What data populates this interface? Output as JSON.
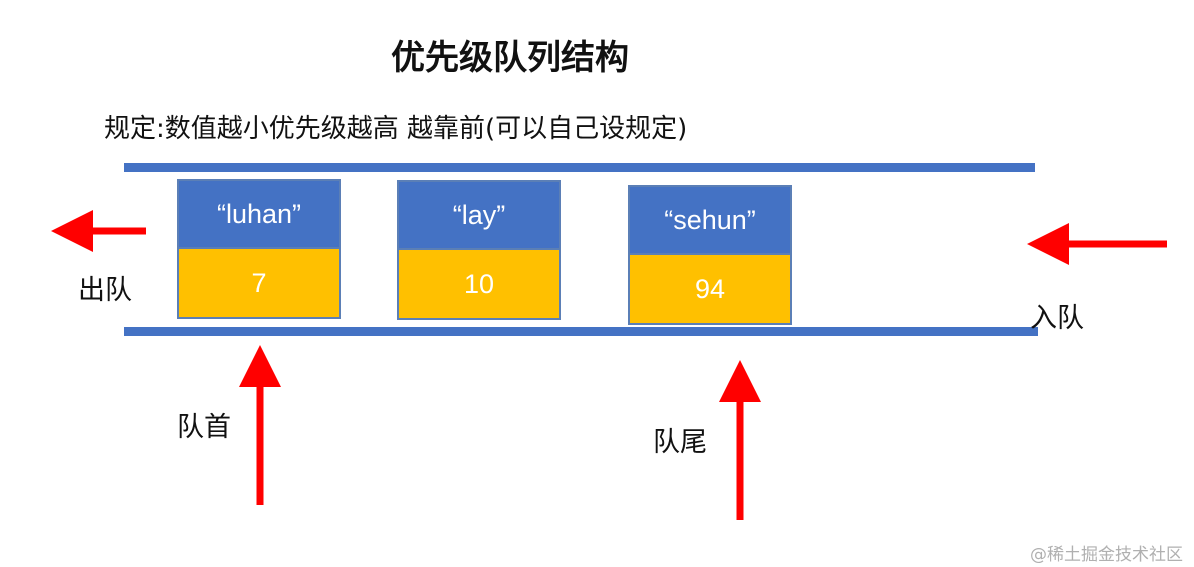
{
  "title": "优先级队列结构",
  "rule_text": "规定:数值越小优先级越高   越靠前(可以自己设规定)",
  "queue": {
    "items": [
      {
        "name": "“luhan”",
        "priority": "7"
      },
      {
        "name": "“lay”",
        "priority": "10"
      },
      {
        "name": "“sehun”",
        "priority": "94"
      }
    ]
  },
  "labels": {
    "dequeue": "出队",
    "enqueue": "入队",
    "head": "队首",
    "tail": "队尾"
  },
  "watermark": "@稀土掘金技术社区",
  "colors": {
    "rail": "#4472C4",
    "name_cell": "#4472C4",
    "priority_cell": "#FFC000",
    "arrow": "#FF0000"
  }
}
